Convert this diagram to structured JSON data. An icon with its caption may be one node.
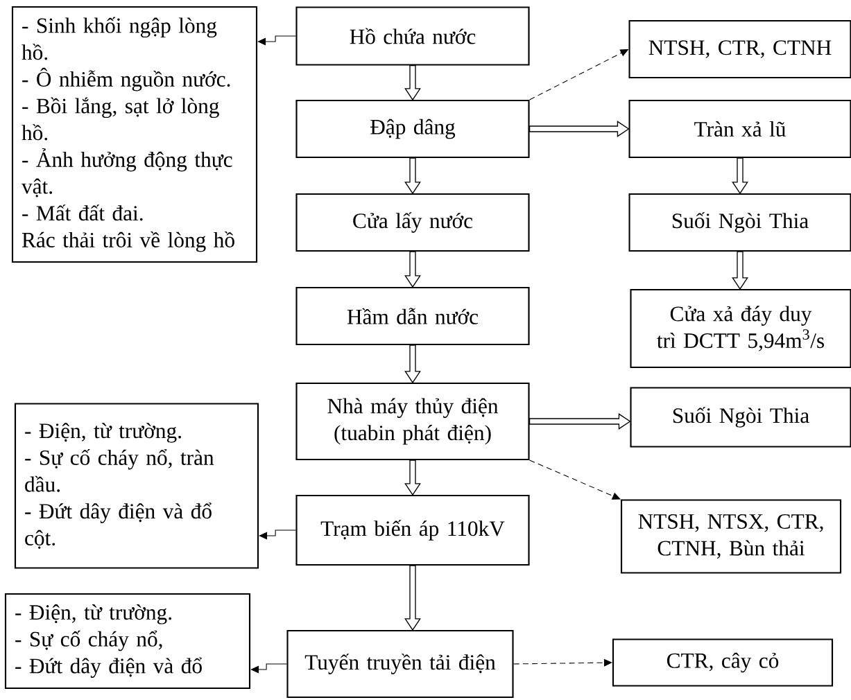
{
  "diagram": {
    "nodes": [
      {
        "text": [
          "Hồ chứa nước"
        ]
      },
      {
        "text": [
          "- Sinh khối ngập lòng hồ.",
          "- Ô nhiễm nguồn nước.",
          "- Bồi lắng, sạt lở lòng hồ.",
          "- Ảnh hưởng động thực vật.",
          "- Mất đất đai.",
          "Rác thải trôi về lòng hồ"
        ]
      },
      {
        "text": [
          "NTSH, CTR, CTNH"
        ]
      },
      {
        "text": [
          "Đập dâng"
        ]
      },
      {
        "text": [
          "Tràn xả lũ"
        ]
      },
      {
        "text": [
          "Cửa lấy nước"
        ]
      },
      {
        "text": [
          "Suối Ngòi Thia"
        ]
      },
      {
        "text": [
          "Hầm dẫn nước"
        ]
      },
      {
        "text": [
          "Cửa xả đáy duy trì DCTT 5,94m$^{3}$/s"
        ]
      },
      {
        "text": [
          "- Điện, từ trường.",
          "- Sự cố cháy nổ, tràn dầu.",
          "- Đứt dây điện và đổ cột."
        ]
      },
      {
        "text": [
          "Nhà máy thủy điện (tuabin phát điện)"
        ]
      },
      {
        "text": [
          "Suối Ngòi Thia"
        ]
      },
      {
        "text": [
          "Trạm biến áp 110kV"
        ]
      },
      {
        "text": [
          "NTSH, NTSX, CTR, CTNH, Bùn thải"
        ]
      },
      {
        "text": [
          "- Điện, từ trường.",
          "- Sự cố cháy nổ,",
          "- Đứt dây điện và đổ"
        ]
      },
      {
        "text": [
          "Tuyến truyền tải điện"
        ]
      },
      {
        "text": [
          "CTR, cây cỏ"
        ]
      }
    ],
    "edges": [
      {
        "from": 0,
        "to": 1,
        "arrow": "to"
      },
      {
        "from": 0,
        "to": 3,
        "arrow": "to"
      },
      {
        "from": 3,
        "to": 2,
        "arrow": "to",
        "style": "dashed"
      },
      {
        "from": 3,
        "to": 4,
        "arrow": "to"
      },
      {
        "from": 3,
        "to": 5,
        "arrow": "to"
      },
      {
        "from": 4,
        "to": 6,
        "arrow": "to"
      },
      {
        "from": 6,
        "to": 8,
        "arrow": "to"
      },
      {
        "from": 5,
        "to": 7,
        "arrow": "to"
      },
      {
        "from": 7,
        "to": 10,
        "arrow": "to"
      },
      {
        "from": 10,
        "to": 11,
        "arrow": "to"
      },
      {
        "from": 10,
        "to": 13,
        "arrow": "to",
        "style": "dashed"
      },
      {
        "from": 10,
        "to": 12,
        "arrow": "to"
      },
      {
        "from": 12,
        "to": 9,
        "arrow": "to"
      },
      {
        "from": 12,
        "to": 15,
        "arrow": "to"
      },
      {
        "from": 15,
        "to": 14,
        "arrow": "to"
      },
      {
        "from": 15,
        "to": 16,
        "arrow": "to",
        "style": "dashed"
      }
    ]
  }
}
